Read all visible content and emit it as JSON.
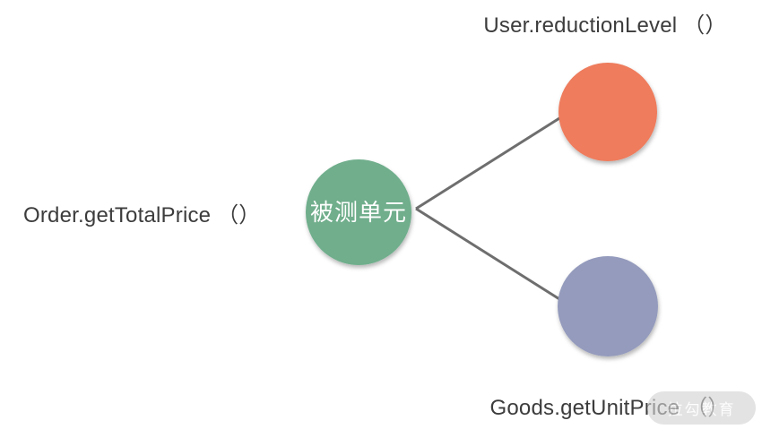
{
  "page": {
    "background": "#FFFFFF"
  },
  "diagram": {
    "line_color": "#6E6E6E",
    "label_color": "#3C3C3C",
    "nodes": {
      "center": {
        "label": "被测单元",
        "external_label": "Order.getTotalPrice （）",
        "color": "#6FAE8C",
        "label_color": "#FFFFFF"
      },
      "top_right": {
        "external_label": "User.reductionLevel （）",
        "color": "#EE7C5D"
      },
      "bottom_right": {
        "external_label": "Goods.getUnitPrice （）",
        "color": "#949BBC"
      }
    }
  },
  "watermark": {
    "text": "拉勾教育",
    "background": "#D2D2D2"
  }
}
